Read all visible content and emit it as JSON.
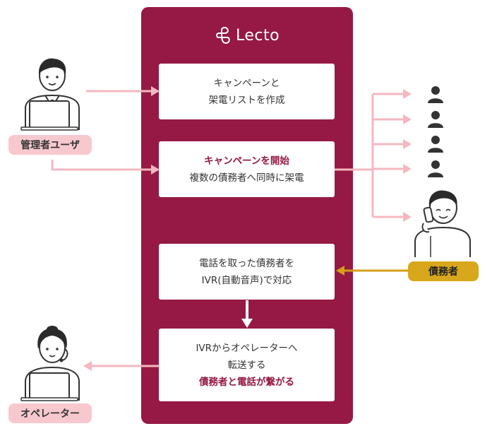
{
  "logo": {
    "text": "Lecto"
  },
  "cards": {
    "create": {
      "line1": "キャンペーンと",
      "line2": "架電リストを作成"
    },
    "start": {
      "line1": "キャンペーンを開始",
      "line2": "複数の債務者へ同時に架電"
    },
    "ivr": {
      "line1": "電話を取った債務者を",
      "line2": "IVR(自動音声)で対応"
    },
    "transfer": {
      "line1": "IVRからオペレーターへ",
      "line2": "転送する",
      "line3": "債務者と電話が繋がる"
    }
  },
  "actors": {
    "admin": "管理者ユーザ",
    "debtor": "債務者",
    "operator": "オペレーター"
  },
  "colors": {
    "brand": "#951944",
    "arrow_pink": "#f4b8c0",
    "arrow_gold": "#d4a017",
    "tag_pink": "#f8c8cf",
    "tag_gold": "#d9a71c"
  }
}
